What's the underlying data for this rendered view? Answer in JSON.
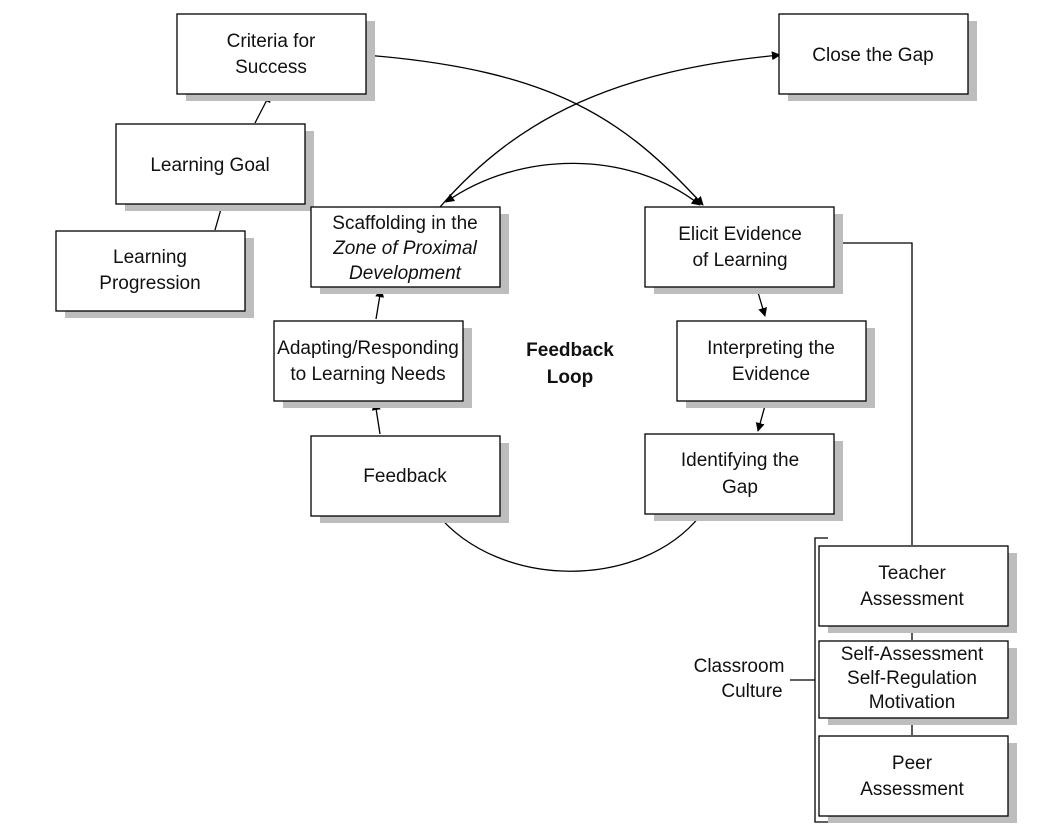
{
  "nodes": {
    "criteria": {
      "lines": [
        "Criteria for",
        "Success"
      ]
    },
    "close_gap": {
      "lines": [
        "Close the Gap"
      ]
    },
    "learning_goal": {
      "lines": [
        "Learning Goal"
      ]
    },
    "learning_progression": {
      "lines": [
        "Learning",
        "Progression"
      ]
    },
    "scaffolding": {
      "lines": [
        "Scaffolding in the",
        "Zone of Proximal",
        "Development"
      ]
    },
    "elicit": {
      "lines": [
        "Elicit Evidence",
        "of Learning"
      ]
    },
    "adapting": {
      "lines": [
        "Adapting/Responding",
        "to Learning Needs"
      ]
    },
    "interpreting": {
      "lines": [
        "Interpreting the",
        "Evidence"
      ]
    },
    "feedback": {
      "lines": [
        "Feedback"
      ]
    },
    "identifying": {
      "lines": [
        "Identifying the",
        "Gap"
      ]
    },
    "teacher": {
      "lines": [
        "Teacher",
        "Assessment"
      ]
    },
    "self": {
      "lines": [
        "Self-Assessment",
        "Self-Regulation",
        "Motivation"
      ]
    },
    "peer": {
      "lines": [
        "Peer",
        "Assessment"
      ]
    }
  },
  "center_label": {
    "lines": [
      "Feedback",
      "Loop"
    ]
  },
  "classroom_culture": {
    "lines": [
      "Classroom",
      "Culture"
    ]
  }
}
